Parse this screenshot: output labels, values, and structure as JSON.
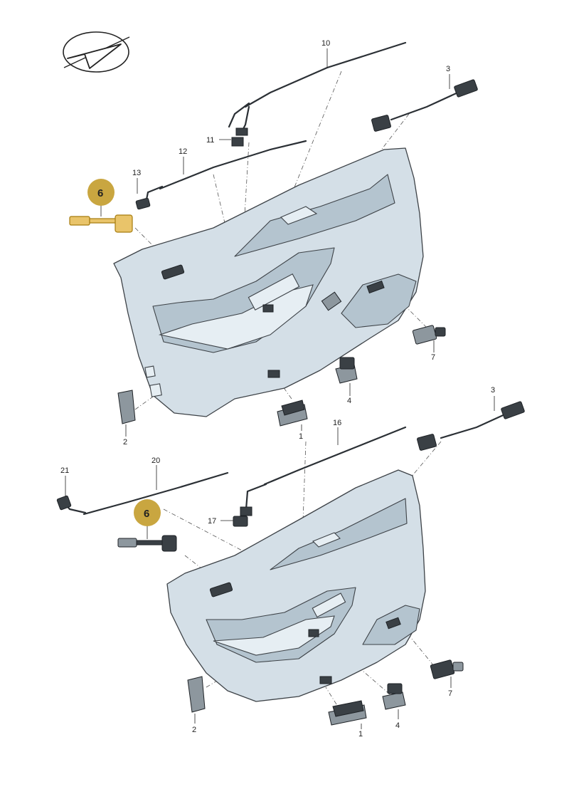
{
  "diagram": {
    "logo": "vw-orientation-logo",
    "labels": {
      "part_10": "10",
      "part_3_top": "3",
      "part_11": "11",
      "part_12": "12",
      "part_13": "13",
      "part_6_top": "6",
      "part_7_top": "7",
      "part_4_top": "4",
      "part_2_top": "2",
      "part_1_top": "1",
      "part_3_bottom": "3",
      "part_16": "16",
      "part_20": "20",
      "part_21": "21",
      "part_6_bottom": "6",
      "part_17": "17",
      "part_7_bottom": "7",
      "part_2_bottom": "2",
      "part_4_bottom": "4",
      "part_1_bottom": "1"
    },
    "highlight_color": "#c9a640",
    "panel_color": "#d4dfe7"
  }
}
